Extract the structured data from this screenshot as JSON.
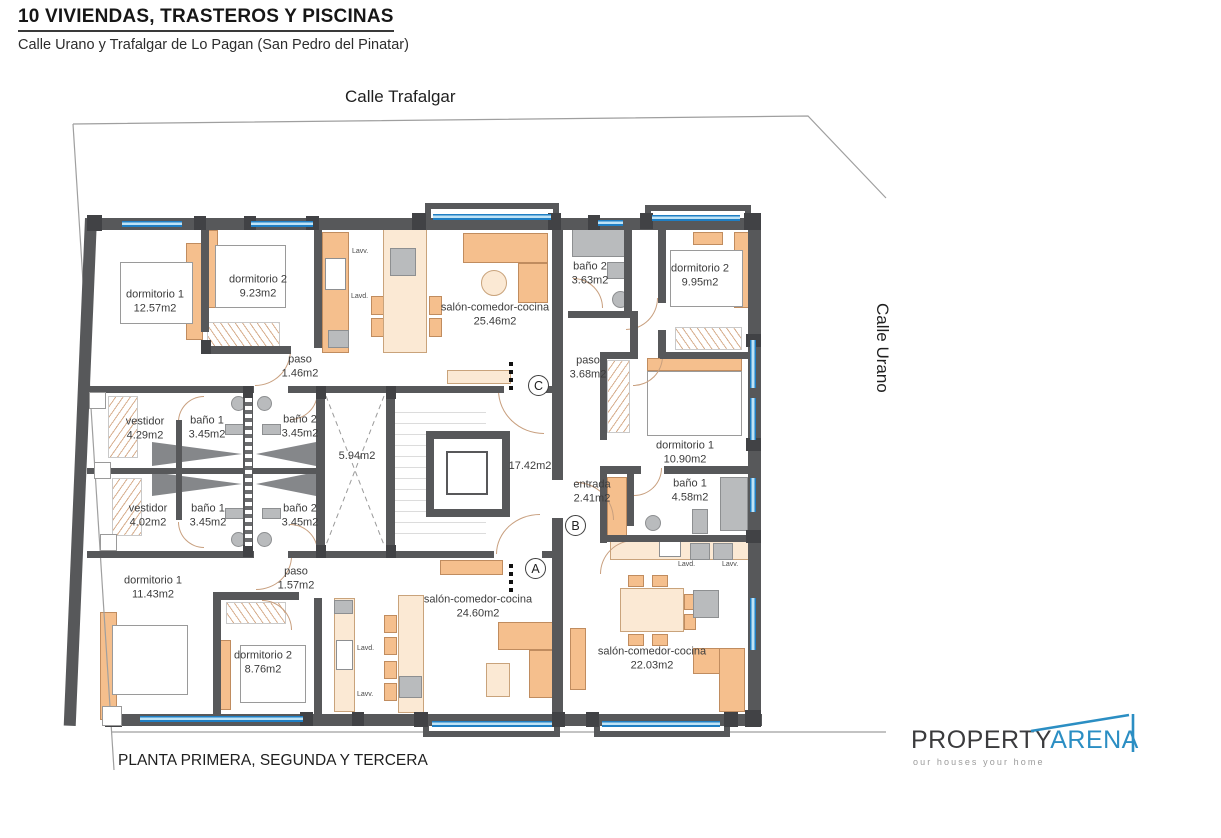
{
  "header": {
    "title": "10 VIVIENDAS, TRASTEROS Y PISCINAS",
    "subtitle": "Calle Urano y Trafalgar de Lo Pagan (San Pedro del Pinatar)"
  },
  "streets": {
    "top": "Calle Trafalgar",
    "right": "Calle Urano"
  },
  "plan_caption": "PLANTA PRIMERA, SEGUNDA Y TERCERA",
  "logo": {
    "name_primary": "PROPERTY",
    "name_secondary": "ARENA",
    "tagline": "our houses your home",
    "accent_color": "#2b8ec3",
    "text_color": "#3b3b3d"
  },
  "markers": [
    {
      "label": "C"
    },
    {
      "label": "B"
    },
    {
      "label": "A"
    }
  ],
  "laundry": [
    "Lavv.",
    "Lavd.",
    "Lavd.",
    "Lavv.",
    "Lavd.",
    "Lavv."
  ],
  "rooms": [
    {
      "name": "dormitorio 1",
      "area": "12.57m2"
    },
    {
      "name": "dormitorio 2",
      "area": "9.23m2"
    },
    {
      "name": "paso",
      "area": "1.46m2"
    },
    {
      "name": "salón-comedor-cocina",
      "area": "25.46m2"
    },
    {
      "name": "vestidor",
      "area": "4.29m2"
    },
    {
      "name": "baño 1",
      "area": "3.45m2"
    },
    {
      "name": "baño 2",
      "area": "3.45m2"
    },
    {
      "name": "vestidor",
      "area": "4.02m2"
    },
    {
      "name": "baño 1",
      "area": "3.45m2"
    },
    {
      "name": "baño 2",
      "area": "3.45m2"
    },
    {
      "name": "dormitorio 1",
      "area": "11.43m2"
    },
    {
      "name": "paso",
      "area": "1.57m2"
    },
    {
      "name": "dormitorio 2",
      "area": "8.76m2"
    },
    {
      "name": "salón-comedor-cocina",
      "area": "24.60m2"
    },
    {
      "name": "baño 2",
      "area": "3.63m2"
    },
    {
      "name": "dormitorio 2",
      "area": "9.95m2"
    },
    {
      "name": "paso",
      "area": "3.68m2"
    },
    {
      "name": "dormitorio 1",
      "area": "10.90m2"
    },
    {
      "name": "baño 1",
      "area": "4.58m2"
    },
    {
      "name": "entrada",
      "area": "2.41m2"
    },
    {
      "name": "salón-comedor-cocina",
      "area": "22.03m2"
    },
    {
      "name": "",
      "area": "5.94m2"
    },
    {
      "name": "",
      "area": "17.42m2"
    }
  ],
  "colors": {
    "wall": "#57585a",
    "window_blue": "#2e9fd8",
    "furniture_peach": "#f5bf8d",
    "furniture_cream": "#fbe9d4",
    "door_arc": "#c89f7e"
  }
}
